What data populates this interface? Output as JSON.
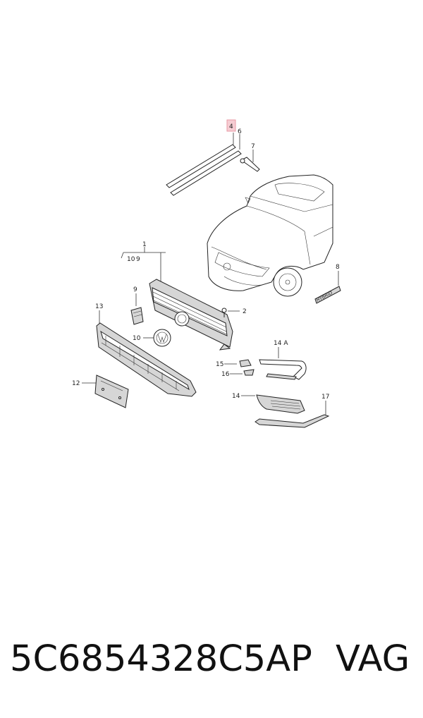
{
  "diagram": {
    "callouts": [
      "1",
      "2",
      "4",
      "6",
      "7",
      "8",
      "9",
      "10",
      "9",
      "10",
      "12",
      "13",
      "14",
      "14 A",
      "15",
      "16",
      "17"
    ],
    "badge_text": "HYBRID",
    "highlight_color": "#e89aa6"
  },
  "footer": {
    "part_number": "5C6854328C5AP",
    "brand": "VAG"
  }
}
